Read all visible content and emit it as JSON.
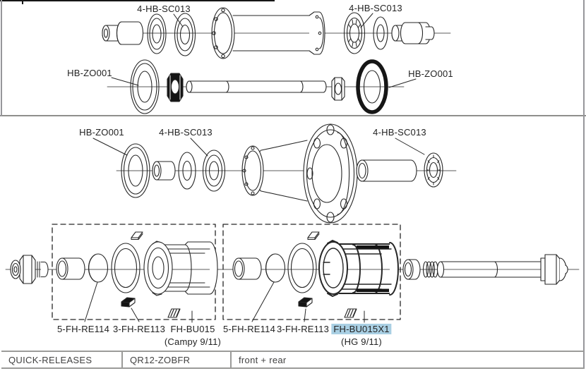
{
  "colors": {
    "highlight": "#a9cfe3",
    "line": "#262626",
    "divider": "#8f8f8c",
    "table_border": "#9b9b99"
  },
  "labels": {
    "front_bearing_left": "4-HB-SC013",
    "front_bearing_right": "4-HB-SC013",
    "front_seal_left": "HB-ZO001",
    "front_seal_right": "HB-ZO001",
    "rear_seal": "HB-ZO001",
    "rear_bearing_left": "4-HB-SC013",
    "rear_bearing_right": "4-HB-SC013",
    "campy_spacer": "5-FH-RE114",
    "campy_pawl": "3-FH-RE113",
    "campy_body": "FH-BU015",
    "campy_body_sub": "(Campy 9/11)",
    "hg_spacer": "5-FH-RE114",
    "hg_pawl": "3-FH-RE113",
    "hg_body": "FH-BU015X1",
    "hg_body_sub": "(HG 9/11)"
  },
  "table": {
    "category": "QUICK-RELEASES",
    "code": "QR12-ZOBFR",
    "scope": "front + rear"
  }
}
